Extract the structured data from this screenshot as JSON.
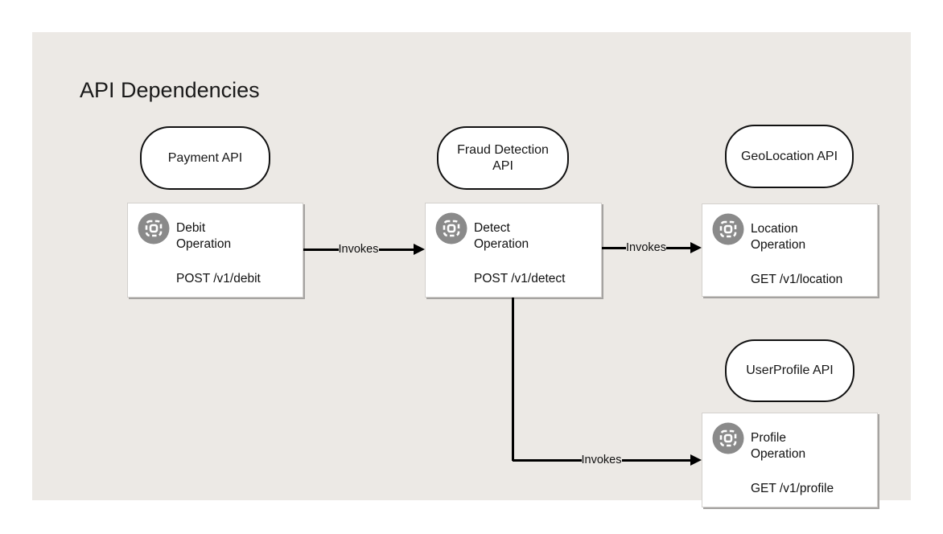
{
  "title": "API Dependencies",
  "colors": {
    "panel_bg": "#ece9e5",
    "node_bg": "#ffffff",
    "stroke": "#111111",
    "arrow": "#000000",
    "icon_gray": "#8a8a8a"
  },
  "apis": {
    "payment": {
      "label": "Payment API"
    },
    "fraud": {
      "label": "Fraud Detection API"
    },
    "geo": {
      "label": "GeoLocation API"
    },
    "user": {
      "label": "UserProfile API"
    }
  },
  "operations": {
    "debit": {
      "title": "Debit Operation",
      "endpoint": "POST /v1/debit",
      "icon": "operation-scan-icon"
    },
    "detect": {
      "title": "Detect Operation",
      "endpoint": "POST /v1/detect",
      "icon": "operation-scan-icon"
    },
    "location": {
      "title": "Location Operation",
      "endpoint": "GET /v1/location",
      "icon": "operation-scan-icon"
    },
    "profile": {
      "title": "Profile Operation",
      "endpoint": "GET /v1/profile",
      "icon": "operation-scan-icon"
    }
  },
  "edges": {
    "debit_to_detect": {
      "label": "Invokes"
    },
    "detect_to_location": {
      "label": "Invokes"
    },
    "detect_to_profile": {
      "label": "Invokes"
    }
  }
}
